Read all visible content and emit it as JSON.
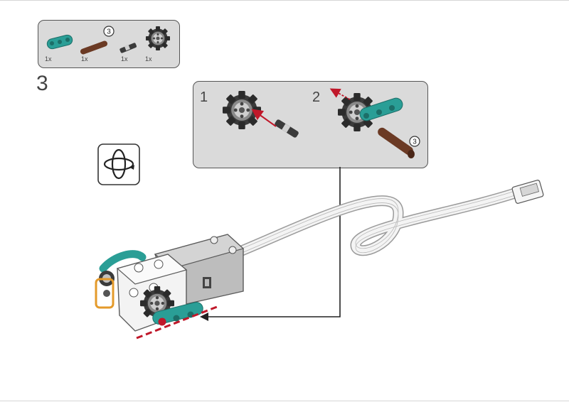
{
  "step": {
    "number": "3"
  },
  "parts_list": {
    "items": [
      {
        "name": "teal-beam-3",
        "quantity": "1x"
      },
      {
        "name": "brown-axle-pin",
        "quantity": "1x",
        "length_callout": "3"
      },
      {
        "name": "black-axle-connector",
        "quantity": "1x"
      },
      {
        "name": "black-wedge-wheel-hub",
        "quantity": "1x"
      }
    ],
    "item_length_callout": "3"
  },
  "sub_steps": [
    {
      "number": "1"
    },
    {
      "number": "2",
      "length_callout": "3"
    }
  ],
  "colors": {
    "callout_bg": "#dadada",
    "teal": "#2a9e96",
    "brown": "#6b3a24",
    "red_arrow": "#c0182a",
    "orange_highlight": "#e49a2a",
    "motor_grey": "#b9b9b9"
  },
  "icons": [
    "rotate-model-icon"
  ]
}
